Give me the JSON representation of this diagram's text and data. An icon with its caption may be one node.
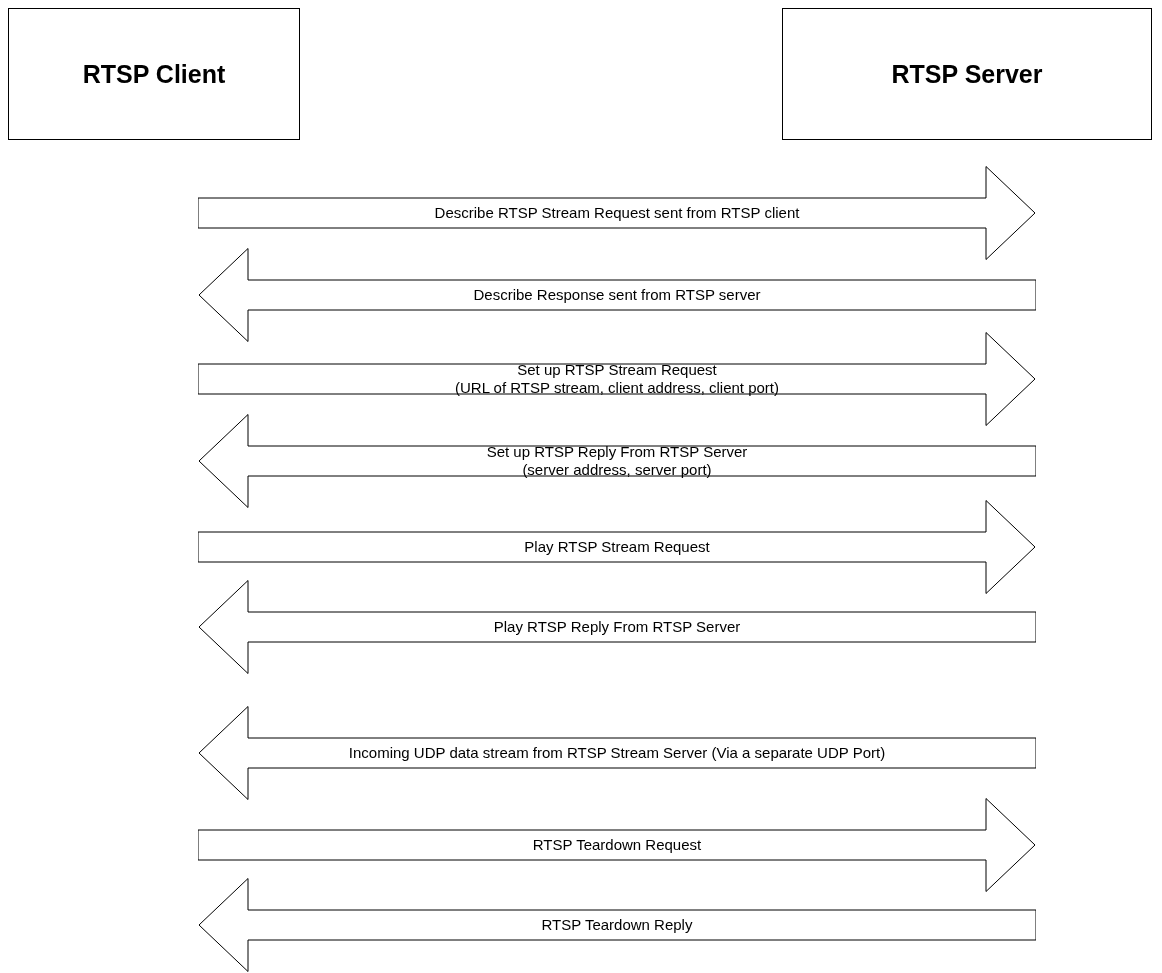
{
  "diagram": {
    "nodes": [
      {
        "text": [
          "RTSP Client"
        ]
      },
      {
        "text": [
          "RTSP Server"
        ]
      },
      {
        "text": [
          "Describe RTSP Stream Request sent from RTSP client"
        ]
      },
      {
        "text": [
          "Describe Response sent from RTSP server"
        ]
      },
      {
        "text": [
          "Set up RTSP Stream Request",
          "(URL of RTSP stream, client address, client port)"
        ]
      },
      {
        "text": [
          "Set up RTSP Reply From RTSP Server",
          "(server address, server port)"
        ]
      },
      {
        "text": [
          "Play RTSP Stream Request"
        ]
      },
      {
        "text": [
          "Play RTSP Reply From RTSP Server"
        ]
      },
      {
        "text": [
          "Incoming UDP data stream from RTSP Stream Server (Via a separate UDP Port)"
        ]
      },
      {
        "text": [
          "RTSP Teardown Request"
        ]
      },
      {
        "text": [
          "RTSP Teardown Reply"
        ]
      }
    ]
  }
}
